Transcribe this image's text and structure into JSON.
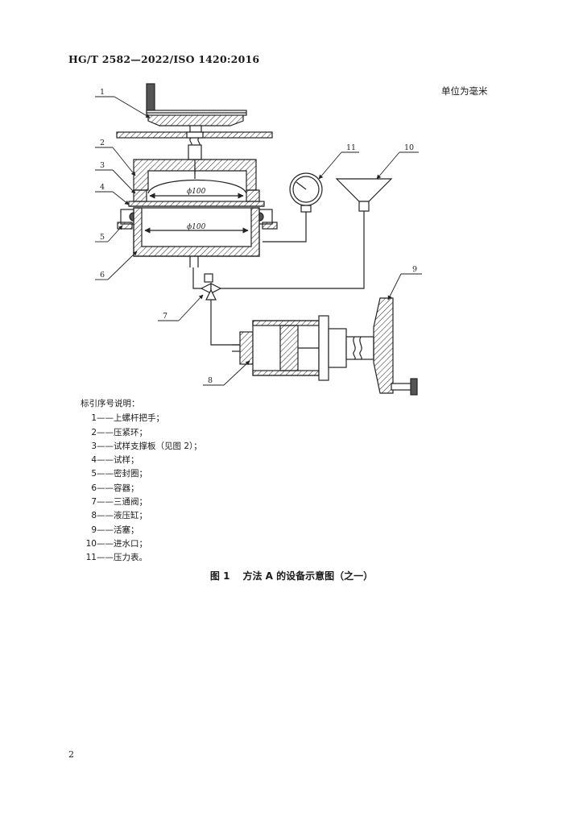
{
  "document": {
    "header": "HG/T 2582—2022/ISO 1420:2016",
    "unit_note": "单位为毫米",
    "page_number": "2"
  },
  "figure": {
    "dimension_labels": [
      "ϕ100",
      "ϕ100"
    ],
    "callout_numbers": [
      "1",
      "2",
      "3",
      "4",
      "5",
      "6",
      "7",
      "8",
      "9",
      "10",
      "11"
    ],
    "legend_title": "标引序号说明：",
    "legend": [
      {
        "num": "1",
        "text": "——上螺杆把手；"
      },
      {
        "num": "2",
        "text": "——压紧环；"
      },
      {
        "num": "3",
        "text": "——试样支撑板（见图 2）；"
      },
      {
        "num": "4",
        "text": "——试样；"
      },
      {
        "num": "5",
        "text": "——密封圈；"
      },
      {
        "num": "6",
        "text": "——容器；"
      },
      {
        "num": "7",
        "text": "——三通阀；"
      },
      {
        "num": "8",
        "text": "——液压缸；"
      },
      {
        "num": "9",
        "text": "——活塞；"
      },
      {
        "num": "10",
        "text": "——进水口；"
      },
      {
        "num": "11",
        "text": "——压力表。"
      }
    ],
    "caption_label": "图 1",
    "caption_text": "方法 A 的设备示意图（之一）"
  }
}
